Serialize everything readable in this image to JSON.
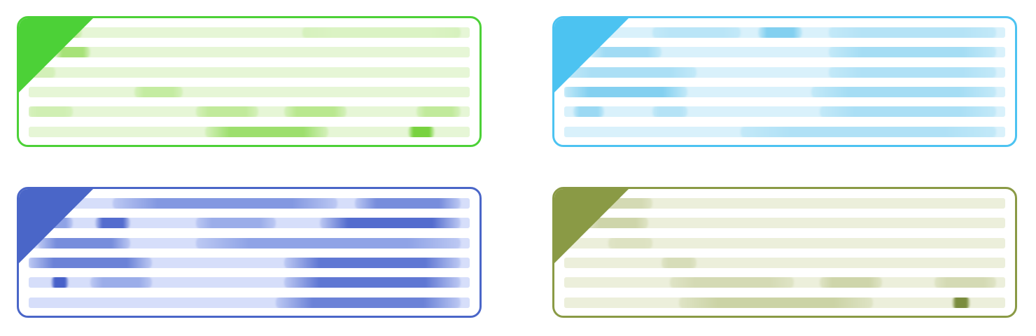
{
  "cards": [
    {
      "name": "green-card",
      "border": "#4cd137",
      "stripe_light": "#e6f6d6",
      "stripe_mid": "#b9e88f",
      "stripe_dark": "#6fcf34",
      "stripes": [
        [
          [
            0.02,
            0.12,
            0.6
          ],
          [
            0.62,
            0.98,
            0.15
          ]
        ],
        [
          [
            0.06,
            0.14,
            0.7
          ]
        ],
        [
          [
            0.0,
            0.06,
            0.25
          ]
        ],
        [
          [
            0.24,
            0.35,
            0.45
          ]
        ],
        [
          [
            0.0,
            0.1,
            0.3
          ],
          [
            0.38,
            0.52,
            0.5
          ],
          [
            0.58,
            0.72,
            0.6
          ],
          [
            0.88,
            0.98,
            0.5
          ]
        ],
        [
          [
            0.4,
            0.68,
            0.75
          ],
          [
            0.86,
            0.92,
            0.95
          ]
        ]
      ]
    },
    {
      "name": "light-blue-card",
      "border": "#4cc3f1",
      "stripe_light": "#d9f1fb",
      "stripe_mid": "#9bd9f3",
      "stripe_dark": "#3bb3e6",
      "stripes": [
        [
          [
            0.2,
            0.4,
            0.3
          ],
          [
            0.44,
            0.54,
            0.7
          ],
          [
            0.6,
            0.98,
            0.35
          ]
        ],
        [
          [
            0.06,
            0.22,
            0.55
          ],
          [
            0.6,
            0.98,
            0.5
          ]
        ],
        [
          [
            0.0,
            0.3,
            0.45
          ],
          [
            0.6,
            0.98,
            0.4
          ]
        ],
        [
          [
            0.0,
            0.28,
            0.7
          ],
          [
            0.56,
            0.98,
            0.5
          ]
        ],
        [
          [
            0.02,
            0.09,
            0.6
          ],
          [
            0.2,
            0.28,
            0.35
          ],
          [
            0.58,
            0.98,
            0.45
          ]
        ],
        [
          [
            0.4,
            0.98,
            0.4
          ]
        ]
      ]
    },
    {
      "name": "blue-card",
      "border": "#4a66c8",
      "stripe_light": "#d6defa",
      "stripe_mid": "#8fa3e6",
      "stripe_dark": "#2f4bbf",
      "stripes": [
        [
          [
            0.19,
            0.7,
            0.65
          ],
          [
            0.74,
            0.98,
            0.7
          ]
        ],
        [
          [
            0.02,
            0.1,
            0.6
          ],
          [
            0.15,
            0.23,
            0.85
          ],
          [
            0.38,
            0.56,
            0.5
          ],
          [
            0.66,
            0.98,
            0.85
          ]
        ],
        [
          [
            0.02,
            0.23,
            0.7
          ],
          [
            0.38,
            0.98,
            0.6
          ]
        ],
        [
          [
            0.0,
            0.28,
            0.75
          ],
          [
            0.58,
            0.98,
            0.8
          ]
        ],
        [
          [
            0.05,
            0.09,
            0.9
          ],
          [
            0.14,
            0.28,
            0.5
          ],
          [
            0.58,
            0.98,
            0.8
          ]
        ],
        [
          [
            0.56,
            0.98,
            0.75
          ]
        ]
      ]
    },
    {
      "name": "olive-card",
      "border": "#8a9a45",
      "stripe_light": "#ecefdb",
      "stripe_mid": "#c8d0a0",
      "stripe_dark": "#6f8230",
      "stripes": [
        [
          [
            0.08,
            0.2,
            0.4
          ]
        ],
        [
          [
            0.05,
            0.19,
            0.5
          ]
        ],
        [
          [
            0.1,
            0.2,
            0.25
          ]
        ],
        [
          [
            0.22,
            0.3,
            0.35
          ]
        ],
        [
          [
            0.24,
            0.52,
            0.4
          ],
          [
            0.58,
            0.72,
            0.5
          ],
          [
            0.84,
            0.98,
            0.4
          ]
        ],
        [
          [
            0.26,
            0.7,
            0.55
          ],
          [
            0.88,
            0.92,
            0.95
          ]
        ]
      ]
    }
  ]
}
